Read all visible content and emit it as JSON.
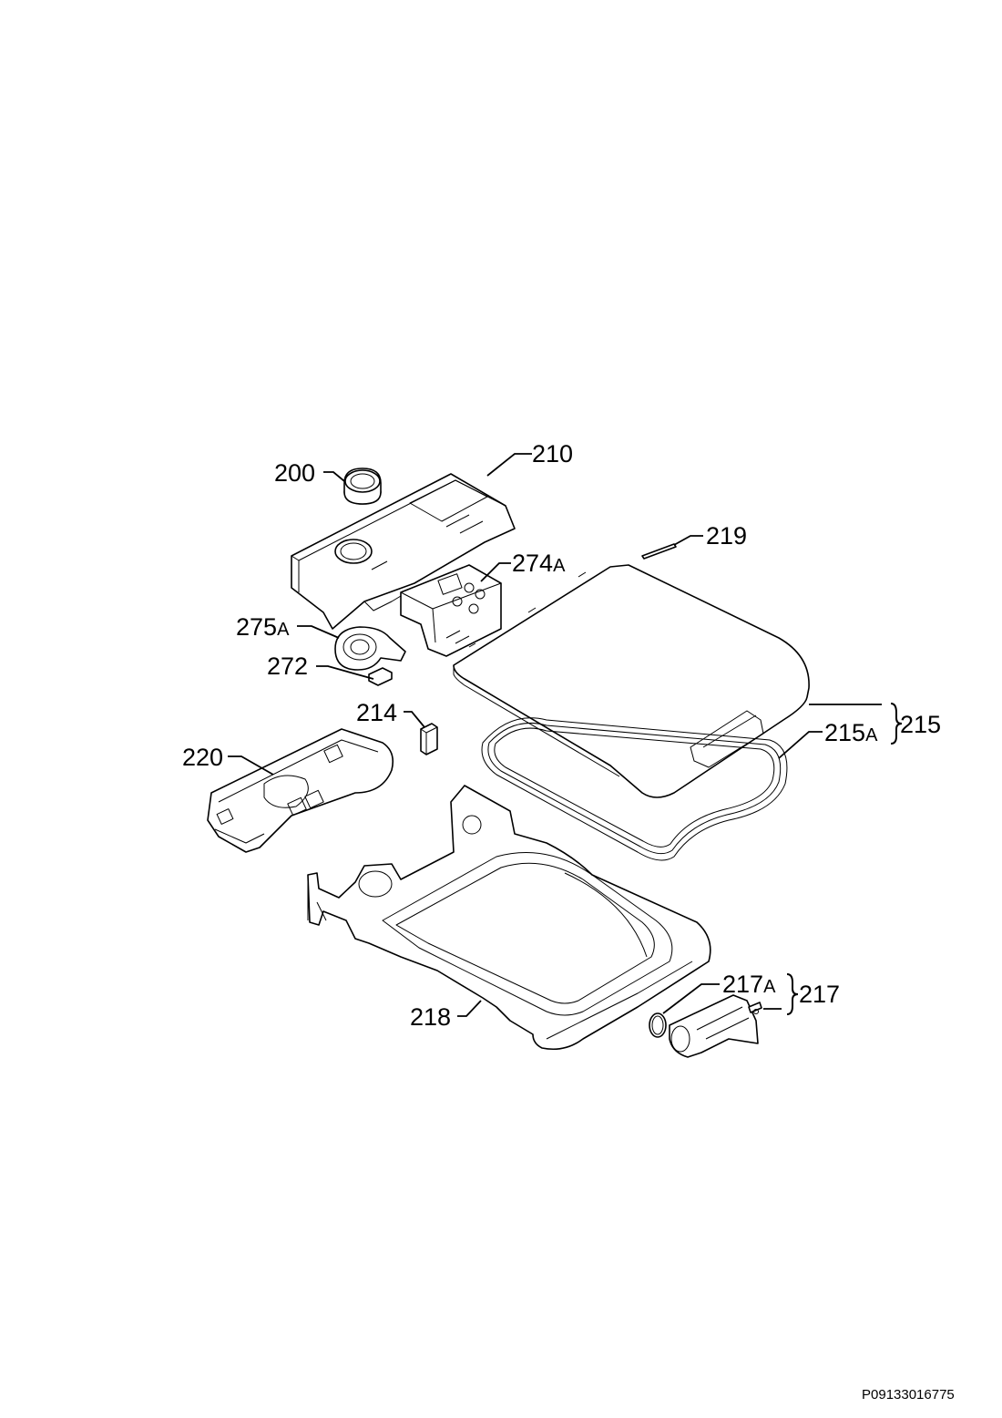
{
  "callouts": {
    "c200": "200",
    "c210": "210",
    "c219": "219",
    "c274a": "274",
    "c274a_suffix": "A",
    "c275a": "275",
    "c275a_suffix": "A",
    "c272": "272",
    "c214": "214",
    "c215": "215",
    "c215a": "215",
    "c215a_suffix": "A",
    "c220": "220",
    "c217a": "217",
    "c217a_suffix": "A",
    "c217": "217",
    "c218": "218"
  },
  "document_code": "P09133016775"
}
